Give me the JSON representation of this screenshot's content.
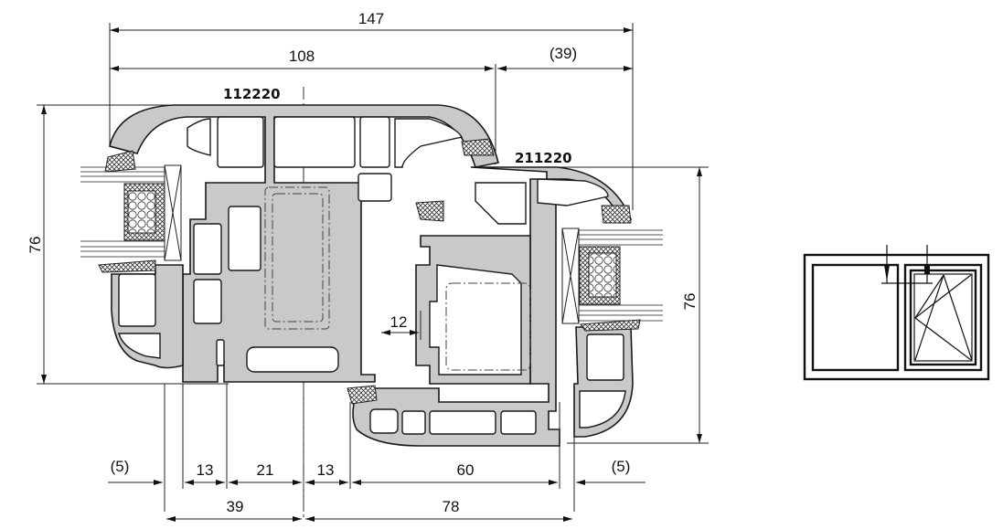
{
  "drawing": {
    "type": "window profile cross-section",
    "profile_codes": {
      "frame": "112220",
      "sash": "211220"
    },
    "dimensions": {
      "top_overall": "147",
      "top_frame": "108",
      "top_sash": "(39)",
      "left_height": "76",
      "right_height": "76",
      "inner_gap": "12",
      "bottom_row1": [
        "(5)",
        "13",
        "21",
        "13",
        "60",
        "(5)"
      ],
      "bottom_row2": [
        "39",
        "78"
      ]
    },
    "colors": {
      "profile_fill": "#c9c9c9",
      "line": "#1a1a1a",
      "background": "#ffffff"
    }
  },
  "thumbnail": {
    "description": "two-pane window elevation: fixed pane left, tilt-turn sash right",
    "panes": [
      "fixed",
      "tilt-turn"
    ]
  }
}
